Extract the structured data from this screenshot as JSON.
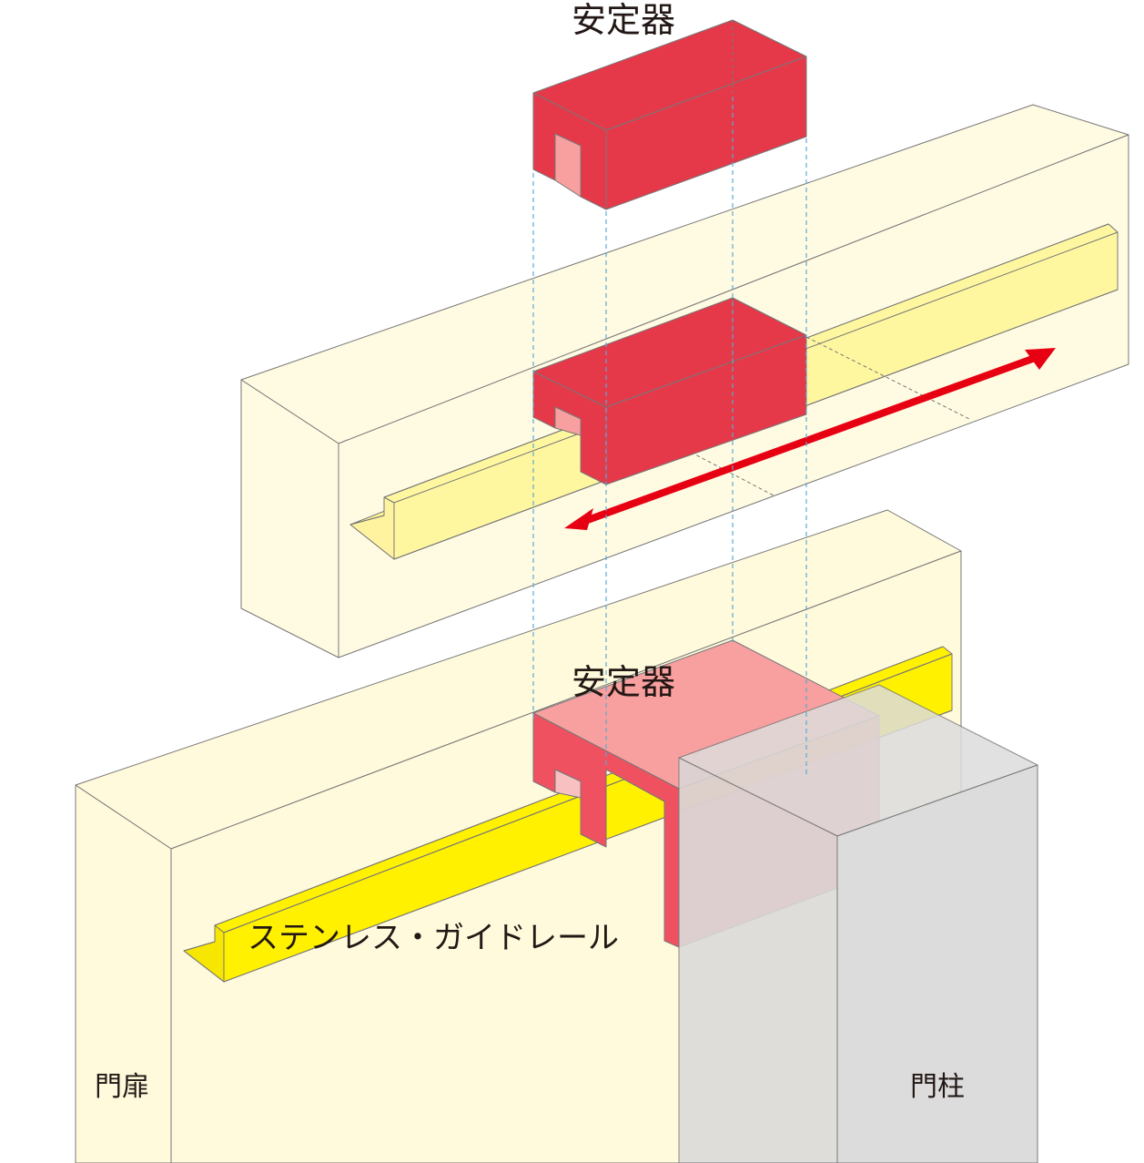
{
  "labels": {
    "stabilizer_top": "安定器",
    "stabilizer_bottom": "安定器",
    "guide_rail": "ステンレス・ガイドレール",
    "door": "門扉",
    "post": "門柱"
  },
  "colors": {
    "door_fill": "#fffadc",
    "door_fill_faded": "#fffbe2",
    "rail_yellow": "#fff100",
    "rail_yellow_faded": "#fff799",
    "stabilizer_red": "#e5394a",
    "stabilizer_inner": "#f8a09f",
    "stabilizer_transparent": "#f48a90",
    "post_gray": "#dcdcdc",
    "arrow_red": "#e60012",
    "guide_line_blue": "#5aa9d6",
    "outline": "#555555"
  }
}
